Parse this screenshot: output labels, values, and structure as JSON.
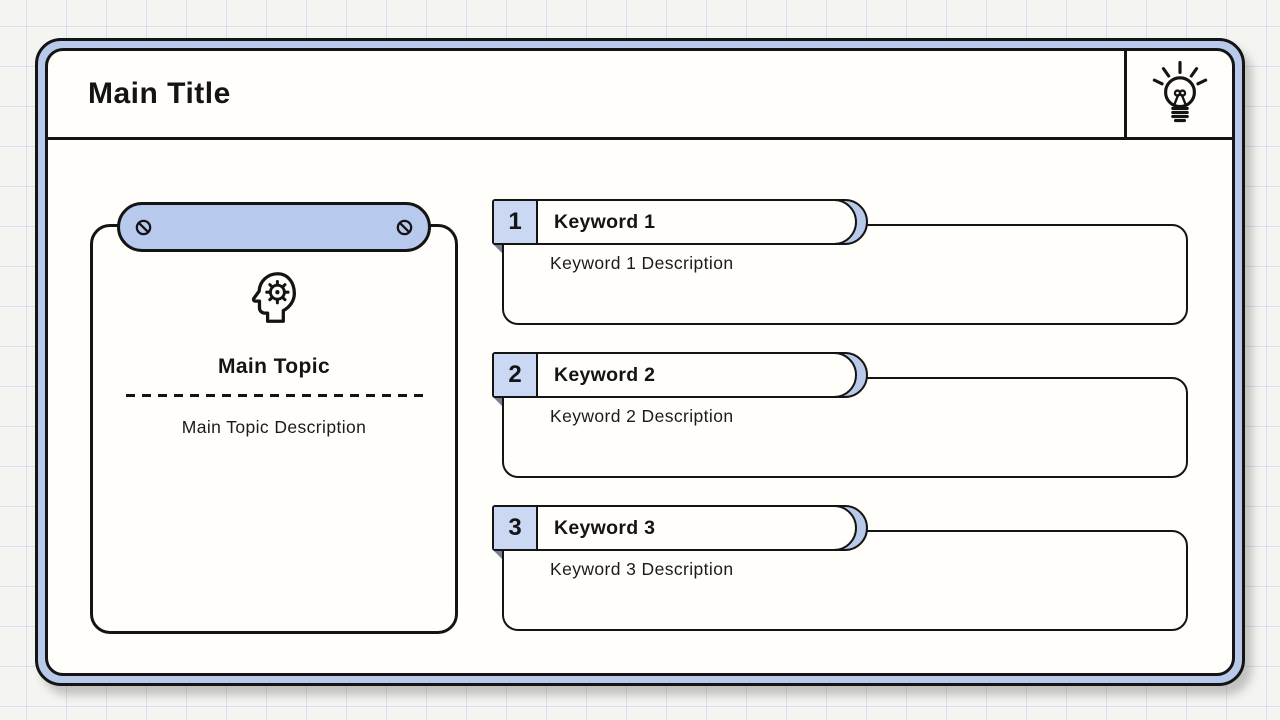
{
  "colors": {
    "bg": "#f4f4f1",
    "grid-line": "#dcdcee",
    "ink": "#141414",
    "frame-blue": "#b8c9ea",
    "pill-blue": "#b7c9ec",
    "numbox-blue": "#cad8f4",
    "crescent-blue": "#b8c9ea",
    "fold-gray": "#78808e",
    "card-white": "#fffefb"
  },
  "header": {
    "title": "Main Title",
    "icon": "lightbulb-icon"
  },
  "topic_card": {
    "icon": "head-gear-icon",
    "screw_icon": "screw-icon",
    "title": "Main Topic",
    "description": "Main Topic Description"
  },
  "keywords": [
    {
      "number": "1",
      "label": "Keyword 1",
      "description": "Keyword 1 Description"
    },
    {
      "number": "2",
      "label": "Keyword 2",
      "description": "Keyword 2 Description"
    },
    {
      "number": "3",
      "label": "Keyword 3",
      "description": "Keyword 3 Description"
    }
  ]
}
